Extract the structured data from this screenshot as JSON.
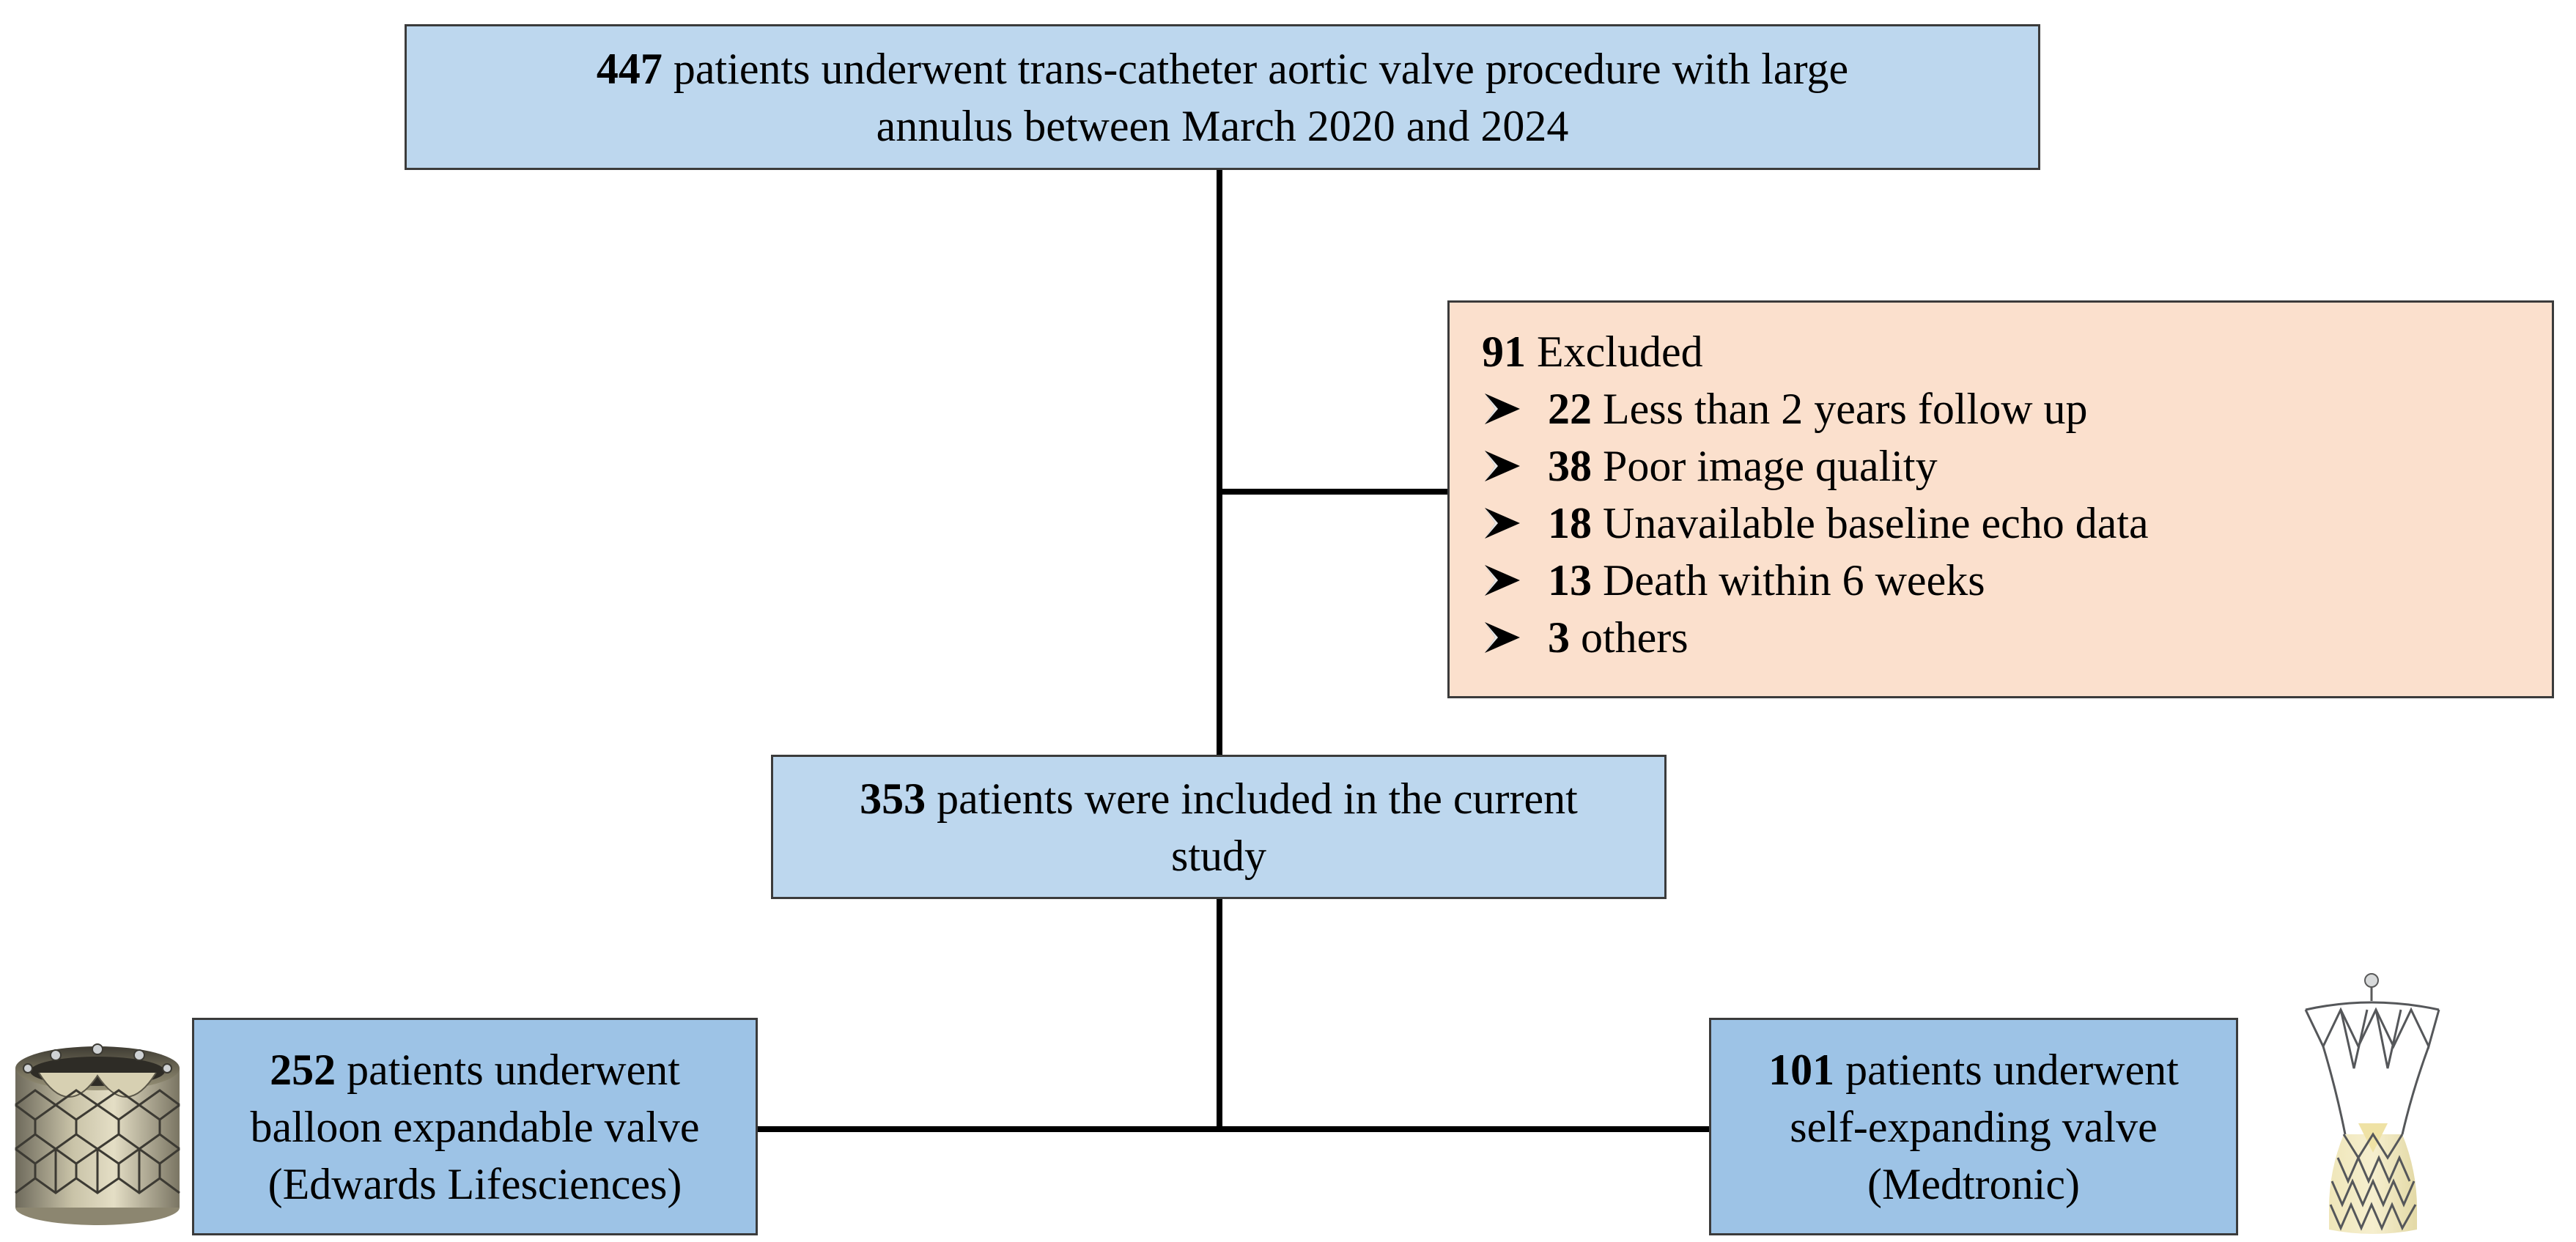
{
  "top_box": {
    "count": "447",
    "line1": " patients underwent trans-catheter aortic valve procedure with large",
    "line2": "annulus between March 2020 and 2024"
  },
  "excluded_box": {
    "count": "91",
    "title": " Excluded",
    "items": [
      {
        "count": "22",
        "text": " Less than 2 years follow up"
      },
      {
        "count": "38",
        "text": " Poor image quality"
      },
      {
        "count": "18",
        "text": " Unavailable baseline echo data"
      },
      {
        "count": "13",
        "text": " Death within 6 weeks"
      },
      {
        "count": "3",
        "text": " others"
      }
    ]
  },
  "included_box": {
    "count": "353",
    "line1": " patients were included in the current",
    "line2": "study"
  },
  "left_box": {
    "count": "252",
    "line1": " patients underwent",
    "line2": "balloon expandable valve",
    "line3": "(Edwards Lifesciences)"
  },
  "right_box": {
    "count": "101",
    "line1": " patients underwent",
    "line2": "self-expanding valve",
    "line3": "(Medtronic)"
  },
  "colors": {
    "main_box_fill": "#bdd7ee",
    "branch_box_fill": "#9dc3e6",
    "excluded_box_fill": "#fbe0cd",
    "connector": "#000000"
  },
  "icons": [
    "balloon-expandable-valve-image",
    "self-expanding-valve-image",
    "arrow-bullet-icon"
  ]
}
